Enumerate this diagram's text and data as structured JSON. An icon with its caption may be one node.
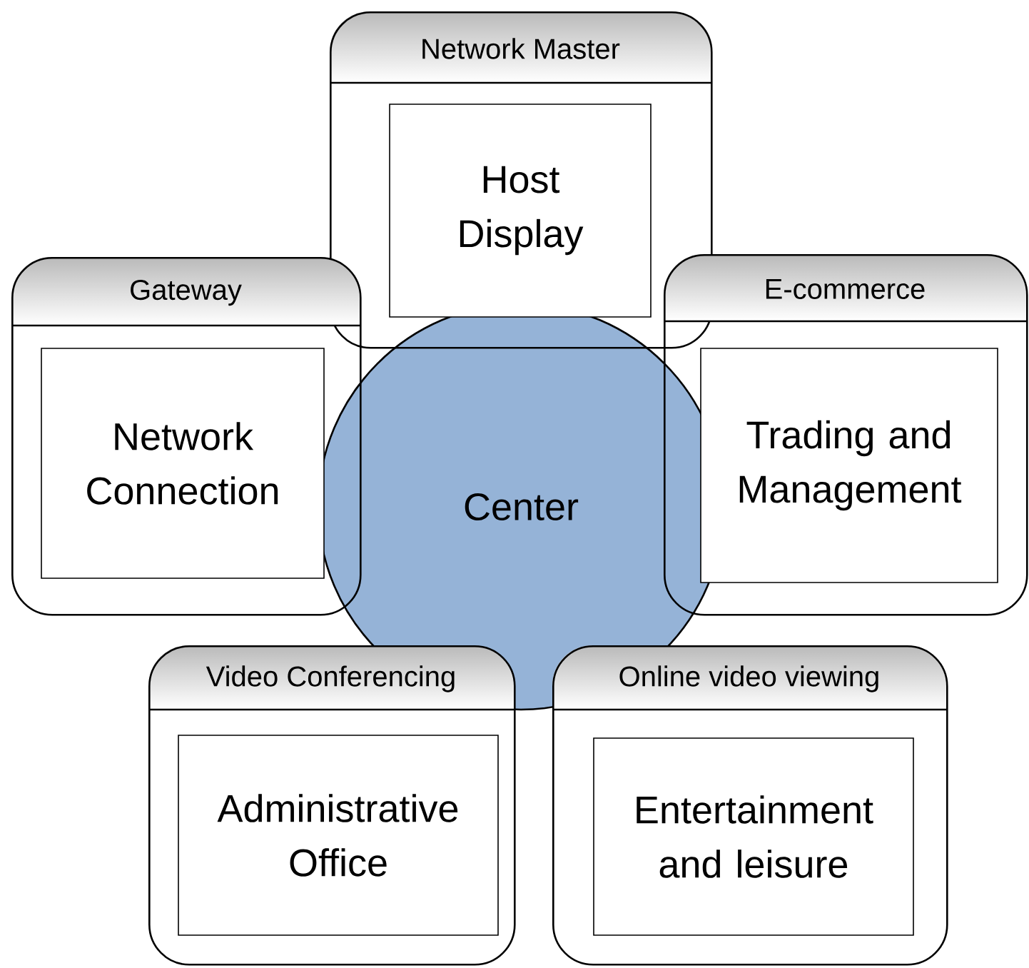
{
  "diagram": {
    "nodes": [
      {
        "text": [
          "Network Master"
        ]
      },
      {
        "text": [
          "Host Display"
        ],
        "in": 0
      },
      {
        "text": [
          "Gateway"
        ]
      },
      {
        "text": [
          "Network Connection"
        ],
        "in": 2
      },
      {
        "text": [
          "E-commerce"
        ]
      },
      {
        "text": [
          "Trading and Management"
        ],
        "in": 4
      },
      {
        "text": [
          "Center"
        ]
      },
      {
        "text": [
          "Video Conferencing"
        ]
      },
      {
        "text": [
          "Administrative Office"
        ],
        "in": 7
      },
      {
        "text": [
          "Online video viewing"
        ]
      },
      {
        "text": [
          "Entertainment and leisure"
        ],
        "in": 9
      }
    ]
  }
}
